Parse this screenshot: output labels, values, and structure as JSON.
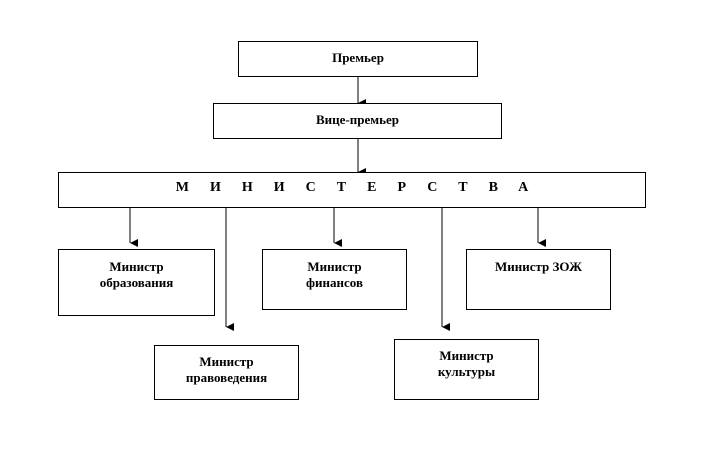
{
  "nodes": {
    "premier": {
      "label": "Премьер"
    },
    "vice_premier": {
      "label": "Вице-премьер"
    },
    "ministries": {
      "label": "МИНИСТЕРСТВА"
    },
    "education": {
      "line1": "Министр",
      "line2": "образования"
    },
    "finance": {
      "line1": "Министр",
      "line2": "финансов"
    },
    "health": {
      "line1": "Министр ЗОЖ"
    },
    "law": {
      "line1": "Министр",
      "line2": "правоведения"
    },
    "culture": {
      "line1": "Министр",
      "line2": "культуры"
    }
  },
  "edges": [
    {
      "from": "premier",
      "to": "vice_premier"
    },
    {
      "from": "vice_premier",
      "to": "ministries"
    },
    {
      "from": "ministries",
      "to": "education"
    },
    {
      "from": "ministries",
      "to": "law"
    },
    {
      "from": "ministries",
      "to": "finance"
    },
    {
      "from": "ministries",
      "to": "culture"
    },
    {
      "from": "ministries",
      "to": "health"
    }
  ]
}
